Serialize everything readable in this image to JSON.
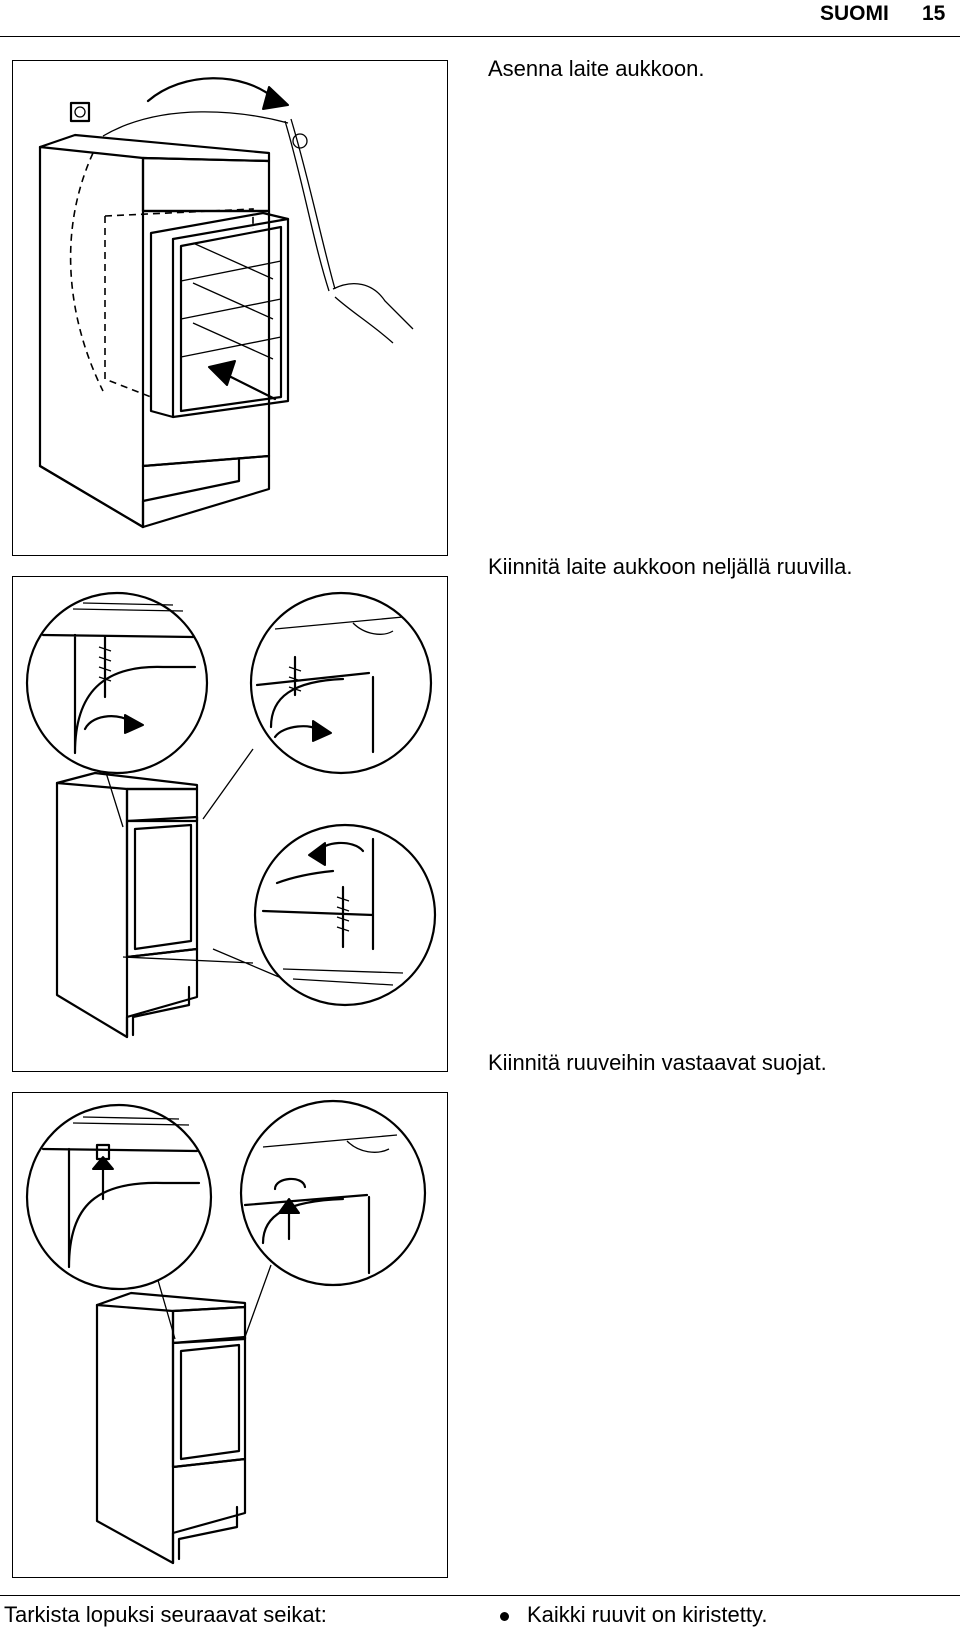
{
  "header": {
    "section": "SUOMI",
    "page_number": "15"
  },
  "steps": [
    {
      "caption": "Asenna laite aukkoon."
    },
    {
      "caption": "Kiinnitä laite aukkoon neljällä ruuvilla."
    },
    {
      "caption": "Kiinnitä ruuveihin vastaavat suojat."
    }
  ],
  "footer": {
    "left_text": "Tarkista lopuksi seuraavat seikat:",
    "bullet_text": "Kaikki ruuvit on kiristetty."
  }
}
